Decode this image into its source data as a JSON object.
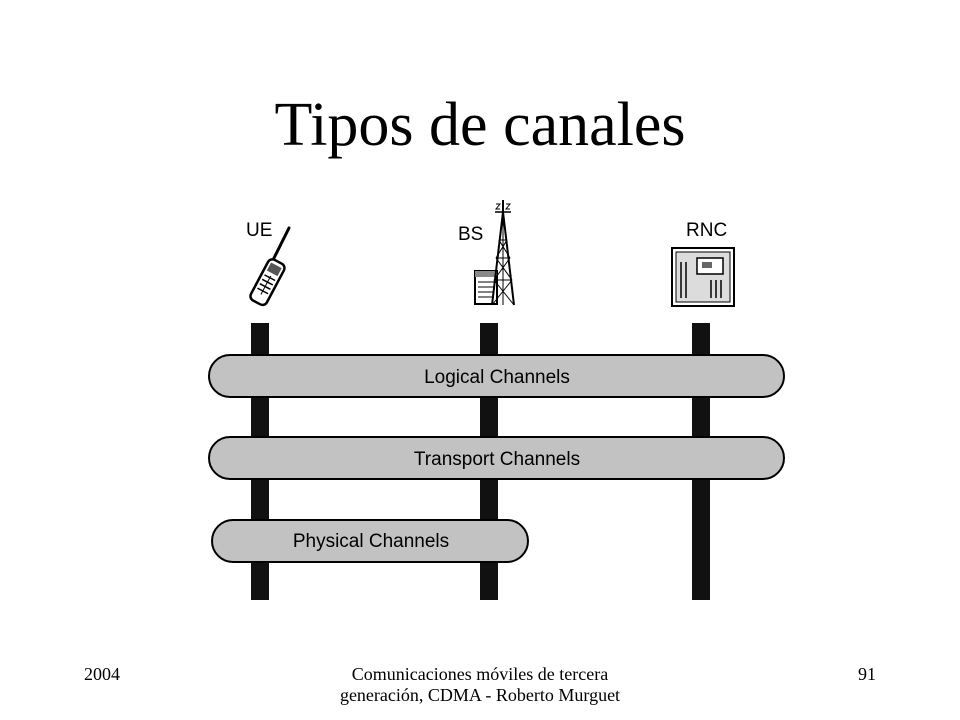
{
  "slide": {
    "title": "Tipos de canales"
  },
  "diagram": {
    "nodes": [
      {
        "id": "ue",
        "label": "UE",
        "icon": "mobile-phone-icon"
      },
      {
        "id": "bs",
        "label": "BS",
        "icon": "base-station-tower-icon"
      },
      {
        "id": "rnc",
        "label": "RNC",
        "icon": "rnc-cabinet-icon"
      }
    ],
    "channels": [
      {
        "label": "Logical Channels"
      },
      {
        "label": "Transport Channels"
      },
      {
        "label": "Physical Channels"
      }
    ],
    "colors": {
      "band_fill": "#c2c2c2",
      "band_stroke": "#000000",
      "pillar": "#111111"
    }
  },
  "footer": {
    "year": "2004",
    "course": "Comunicaciones móviles de tercera generación, CDMA - Roberto Murguet",
    "page_number": "91"
  }
}
